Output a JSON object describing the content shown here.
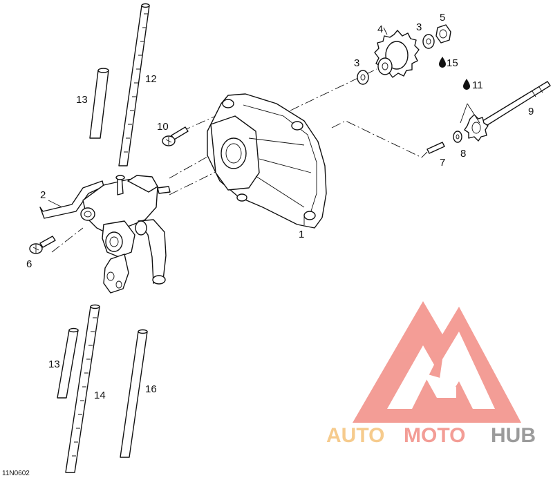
{
  "diagram": {
    "drawing_code": "11N0602",
    "callouts": [
      {
        "id": "c1",
        "text": "1"
      },
      {
        "id": "c2",
        "text": "2"
      },
      {
        "id": "c3a",
        "text": "3"
      },
      {
        "id": "c3b",
        "text": "3"
      },
      {
        "id": "c4",
        "text": "4"
      },
      {
        "id": "c5",
        "text": "5"
      },
      {
        "id": "c6",
        "text": "6"
      },
      {
        "id": "c7",
        "text": "7"
      },
      {
        "id": "c8",
        "text": "8"
      },
      {
        "id": "c9",
        "text": "9"
      },
      {
        "id": "c10",
        "text": "10"
      },
      {
        "id": "c11",
        "text": "11"
      },
      {
        "id": "c12",
        "text": "12"
      },
      {
        "id": "c13a",
        "text": "13"
      },
      {
        "id": "c13b",
        "text": "13"
      },
      {
        "id": "c14",
        "text": "14"
      },
      {
        "id": "c15",
        "text": "15"
      },
      {
        "id": "c16",
        "text": "16"
      }
    ],
    "lubricant_icon": "oil-drop-icon"
  },
  "watermark": {
    "word_part1": "AUTO",
    "word_part2": "MOTO",
    "word_part3": "HUB",
    "colors": {
      "triangle": "#f28c84",
      "auto": "#f5c27a",
      "moto": "#f28c84",
      "hub": "#8a8a8a"
    }
  }
}
